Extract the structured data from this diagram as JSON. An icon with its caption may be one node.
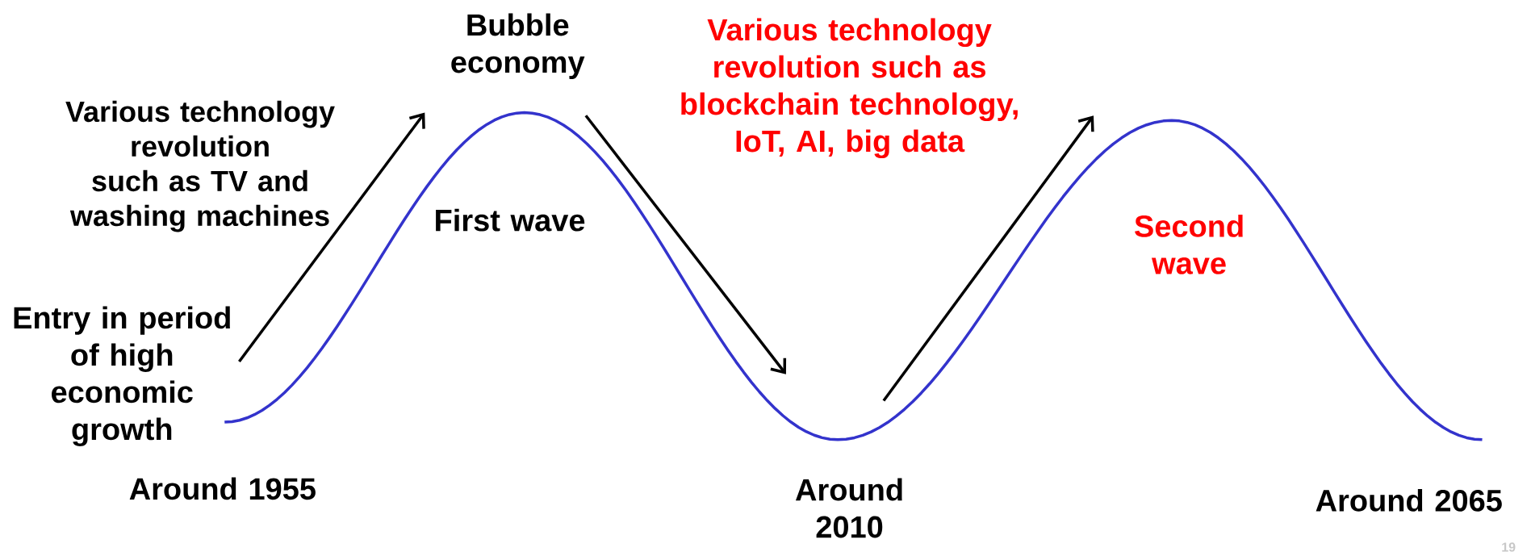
{
  "diagram": {
    "labels": [
      "Bubble economy",
      "Various technology revolution such as TV and washing machines",
      "Various technology revolution such as blockchain technology, IoT, AI, big data",
      "First wave",
      "Second wave",
      "Entry in period of high economic growth",
      "Around 1955",
      "Around 2010",
      "Around 2065",
      "19"
    ]
  }
}
